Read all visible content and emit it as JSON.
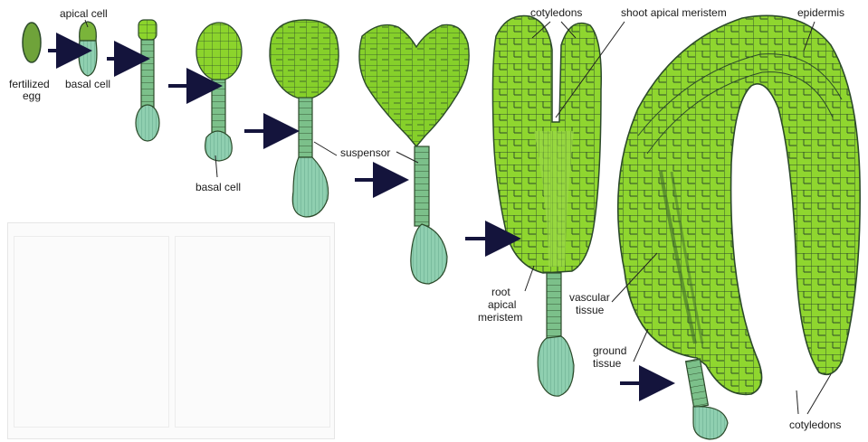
{
  "labels": {
    "fertilized_egg": [
      "fertilized",
      "egg"
    ],
    "apical_cell": "apical cell",
    "basal_cell_1": "basal cell",
    "basal_cell_2": "basal cell",
    "suspensor": "suspensor",
    "cotyledons_top": "cotyledons",
    "shoot_apical_meristem": "shoot apical meristem",
    "epidermis": "epidermis",
    "root_apical_meristem": [
      "root",
      "apical",
      "meristem"
    ],
    "vascular_tissue": [
      "vascular",
      "tissue"
    ],
    "ground_tissue": [
      "ground",
      "tissue"
    ],
    "cotyledons_bottom": "cotyledons"
  },
  "colors": {
    "cell_fill": "#8cd42c",
    "cell_fill_light": "#b6e561",
    "cell_outline": "#2c4a2a",
    "suspensor_fill": "#7cc08a",
    "basal_fill": "#8fcfb0",
    "arrow": "#14143c"
  }
}
